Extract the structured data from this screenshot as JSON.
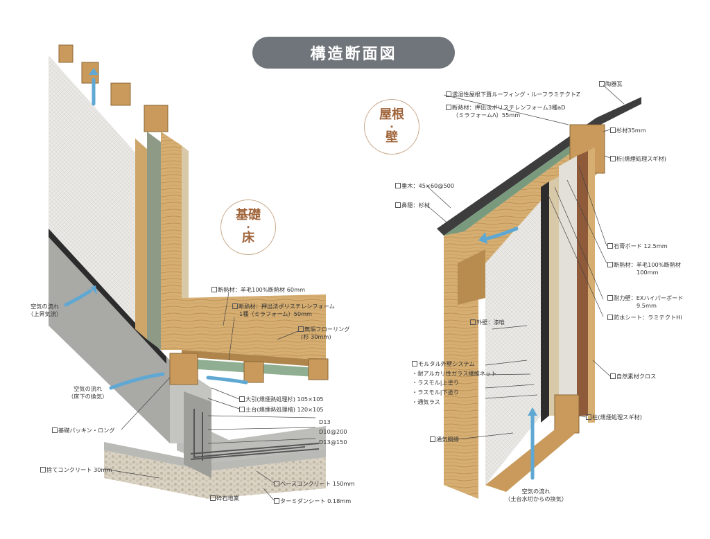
{
  "title": "構造断面図",
  "badge_left": {
    "line1": "基礎",
    "dot": "・",
    "line2": "床"
  },
  "badge_right": {
    "line1": "屋根",
    "dot": "・",
    "line2": "壁"
  },
  "left_labels": {
    "air_up": [
      "空気の流れ",
      "（上昇気流）"
    ],
    "insul_wool": "断熱材：羊毛100%断熱材 60mm",
    "insul_foam": [
      "断熱材：押出法ポリスチレンフォーム",
      "1種（ミラフォーム）50mm"
    ],
    "flooring": [
      "無垢フローリング",
      "(杉 30mm)"
    ],
    "air_under": [
      "空気の流れ",
      "（床下の換気）"
    ],
    "oobiki": "大引(燻煙熱処理杉) 105×105",
    "dodai": "土台(燻煙熱処理檜) 120×105",
    "d13": "D13",
    "d10": "D10@200",
    "d13_150": "D13@150",
    "packing": "基礎パッキン・ロング",
    "sute": "捨てコンクリート 30mm",
    "base": "ベースコンクリート 150mm",
    "termite": "ターミダンシート 0.18mm",
    "gravel": "砕石地業"
  },
  "right_labels": {
    "roofing": "透湿性屋根下葺ルーフィング・ルーフラミテクトZ",
    "roof_insul": [
      "断熱材：押出法ポリスチレンフォーム3種aD",
      "（ミラフォームΛ）55mm"
    ],
    "tile": "陶器瓦",
    "sugi35": "杉材35mm",
    "keta": "桁(燻煙処理スギ材)",
    "taruki": "垂木：45×60@500",
    "hanakakushi": "鼻隠：杉材",
    "gypsum": "石膏ボード 12.5mm",
    "wall_insul": [
      "断熱材：羊毛100%断熱材",
      "100mm"
    ],
    "bearing": [
      "耐力壁：EXハイパーボード",
      "9.5mm"
    ],
    "waterproof": "防水シート：ラミテクトHi",
    "exterior": "外壁：漆喰",
    "mortar_title": "モルタル外壁システム",
    "mortar_items": [
      "・耐アルカリ性ガラス繊維ネット",
      "・ラスモル|上塗り",
      "・ラスモル|下塗り",
      "・通気ラス"
    ],
    "cloth": "自然素材クロス",
    "hashira": "柱(燻煙処理スギ材)",
    "vent": "通気胴縁",
    "air_flow": [
      "空気の流れ",
      "（土台水切からの換気）"
    ]
  },
  "colors": {
    "pill": "#6f757a",
    "accent_text": "#a0643a",
    "arrow": "#5fa8d3",
    "wood": "#c99a5b",
    "concrete": "#a9a9a6"
  }
}
